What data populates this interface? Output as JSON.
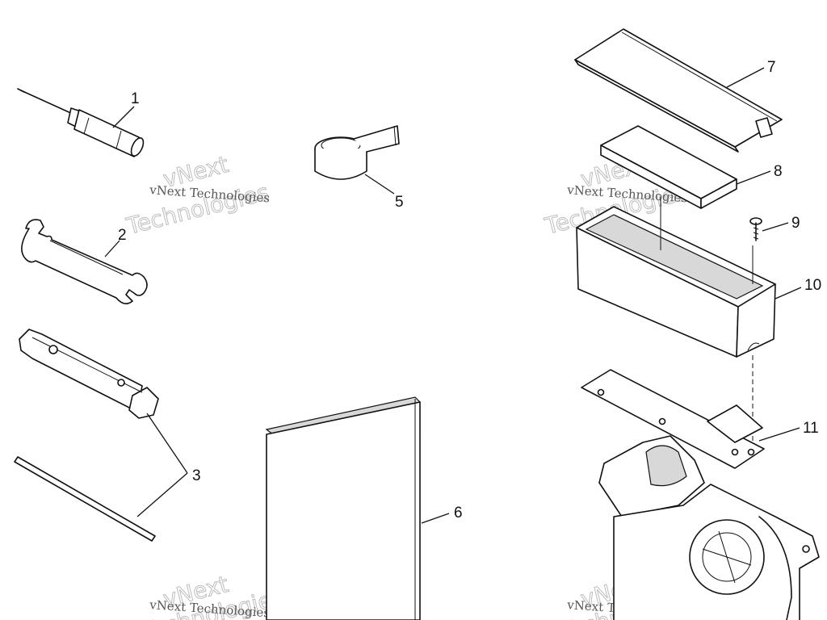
{
  "watermark": {
    "small_text": "vNext Technologies",
    "big_line1": "vNext",
    "big_line2": "Technologies"
  },
  "callouts": {
    "c1": "1",
    "c2": "2",
    "c3": "3",
    "c5": "5",
    "c6": "6",
    "c7": "7",
    "c8": "8",
    "c9": "9",
    "c10": "10",
    "c11": "11"
  }
}
